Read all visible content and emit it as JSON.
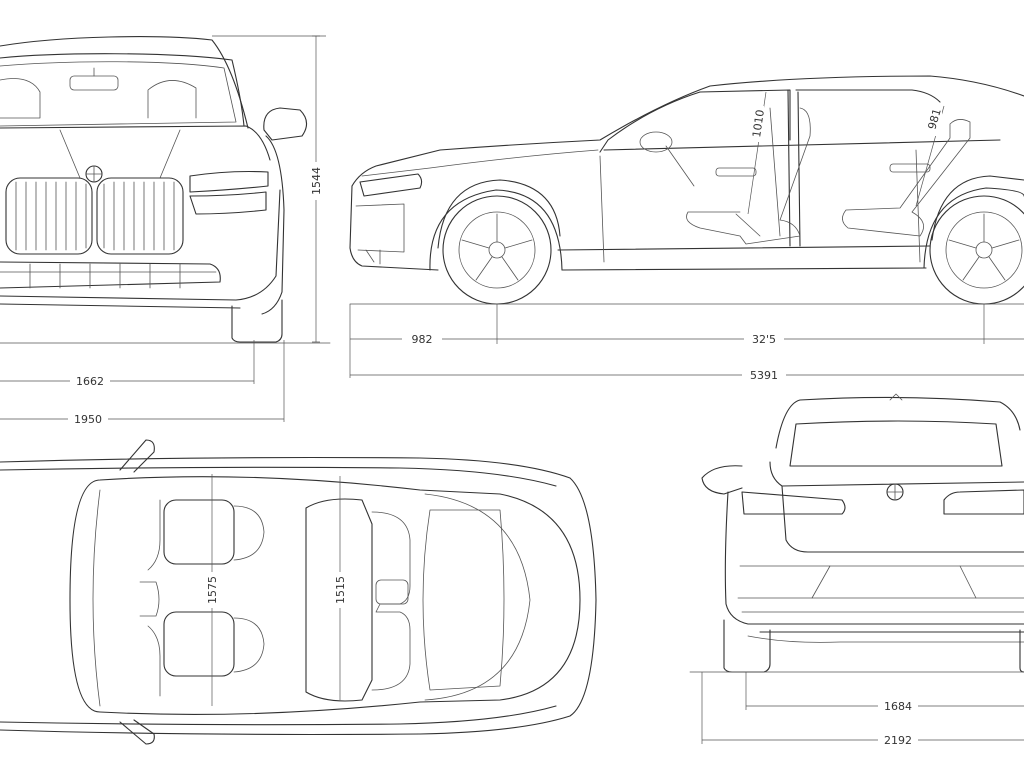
{
  "diagram": {
    "dimensions": {
      "front_height": "1544",
      "front_track": "1662",
      "front_width": "1950",
      "front_overhang": "982",
      "wheelbase": "32'5",
      "overall_length": "5391",
      "front_headroom": "1010",
      "rear_headroom": "981",
      "front_shoulder": "1575",
      "rear_shoulder": "1515",
      "rear_track": "1684",
      "rear_width": "2192"
    }
  }
}
